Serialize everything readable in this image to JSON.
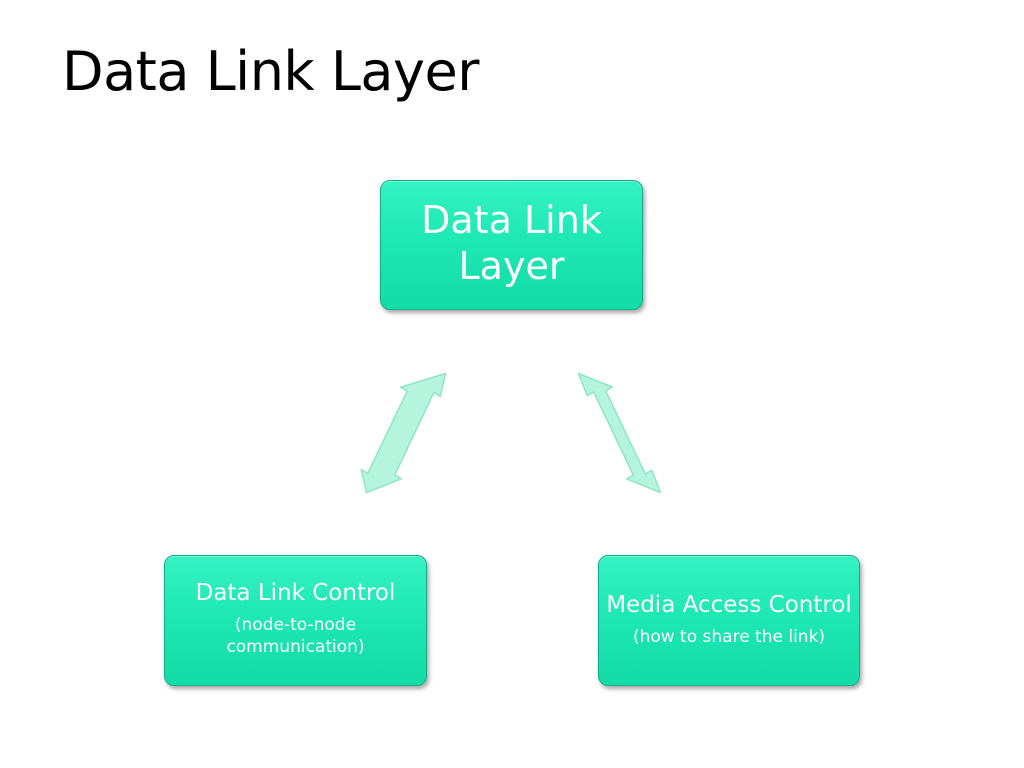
{
  "slide": {
    "title": "Data Link Layer"
  },
  "nodes": {
    "top": {
      "label": "Data Link Layer"
    },
    "left": {
      "label": "Data Link Control",
      "note": "(node-to-node communication)"
    },
    "right": {
      "label": "Media Access Control",
      "note": "(how to share the link)"
    }
  },
  "edges": [
    {
      "from": "top",
      "to": "left",
      "style": "double-arrow"
    },
    {
      "from": "top",
      "to": "right",
      "style": "double-arrow"
    }
  ],
  "colors": {
    "node_fill": "#1ee8b4",
    "node_border": "#0fb089",
    "arrow_fill": "#b6f5dd",
    "arrow_stroke": "#8ee6c4",
    "title_text": "#000000",
    "node_text": "#ffffff"
  }
}
